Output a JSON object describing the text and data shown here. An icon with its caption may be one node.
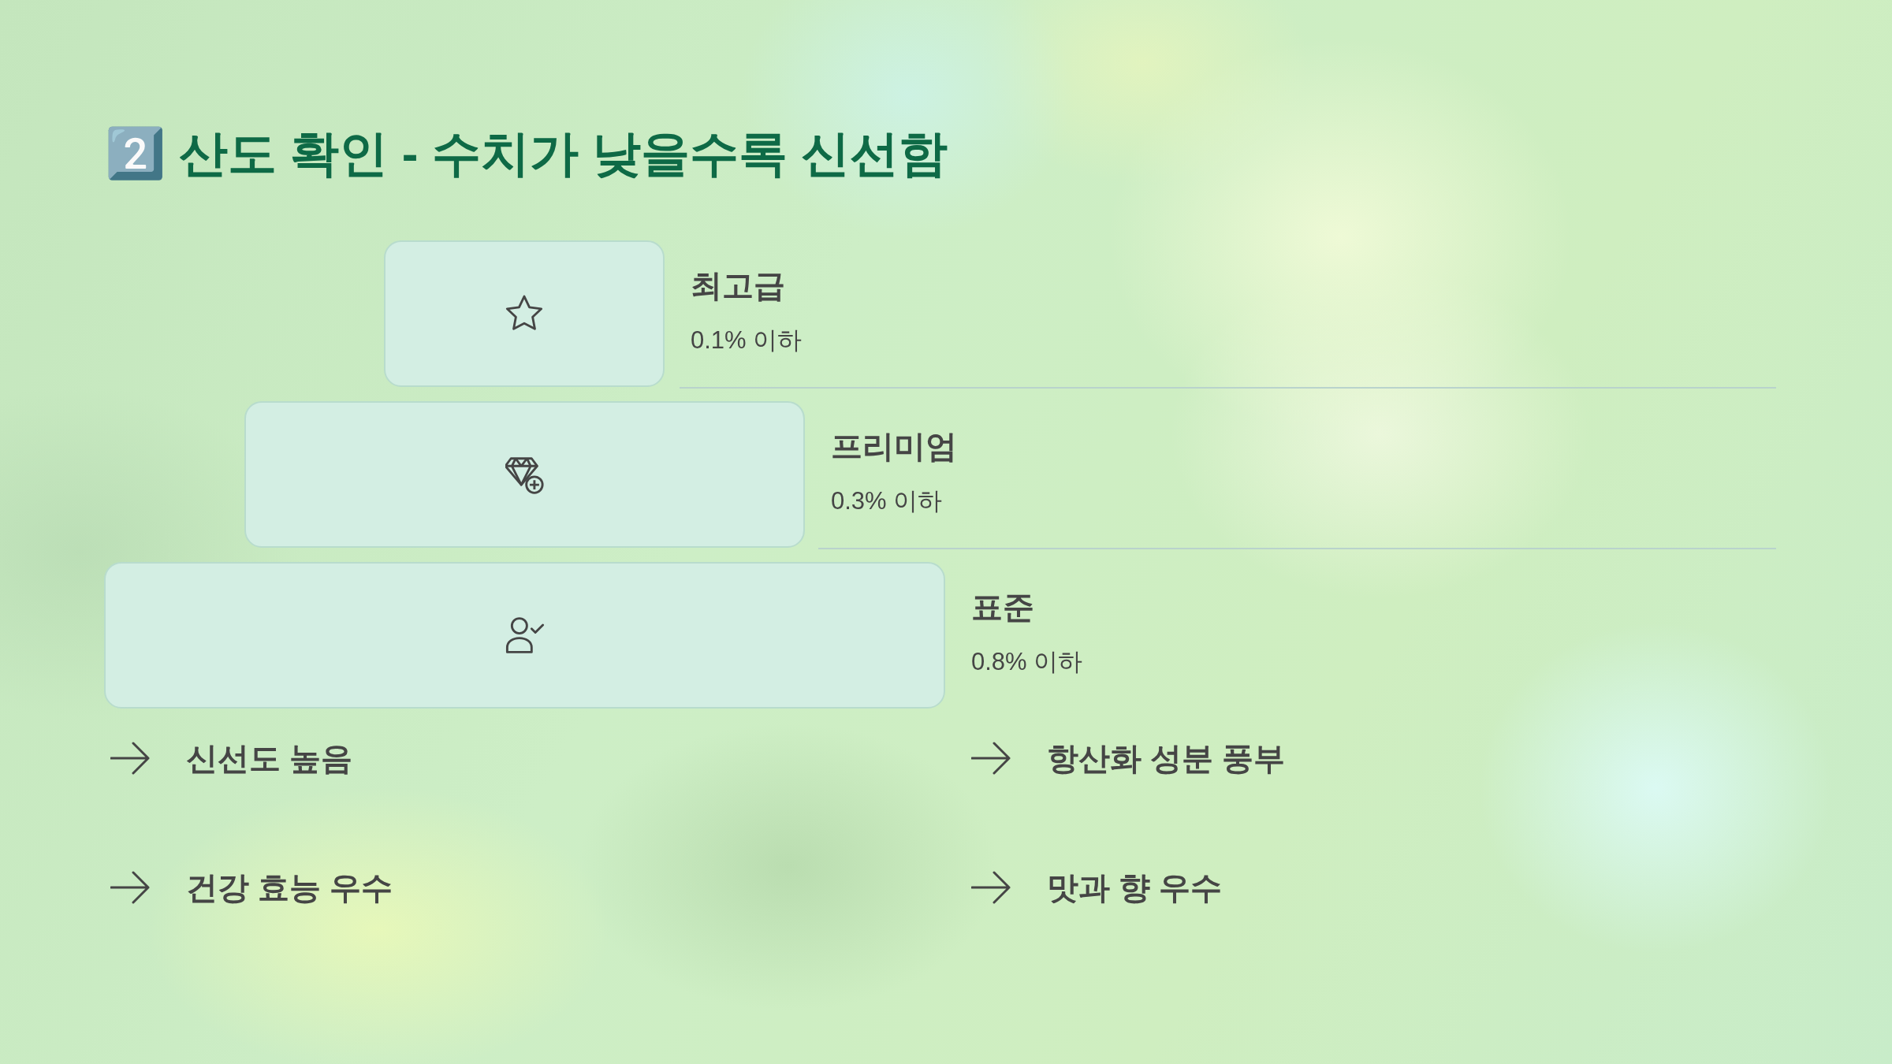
{
  "diagram": {
    "title": "2️⃣ 산도 확인 - 수치가 낮을수록 신선함",
    "nodes": [
      {
        "text": [
          "최고급",
          "0.1% 이하"
        ]
      },
      {
        "text": [
          "프리미엄",
          "0.3% 이하"
        ]
      },
      {
        "text": [
          "표준",
          "0.8% 이하"
        ]
      }
    ],
    "labels": [
      "신선도 높음",
      "항산화 성분 풍부",
      "건강 효능 우수",
      "맛과 향 우수"
    ]
  }
}
